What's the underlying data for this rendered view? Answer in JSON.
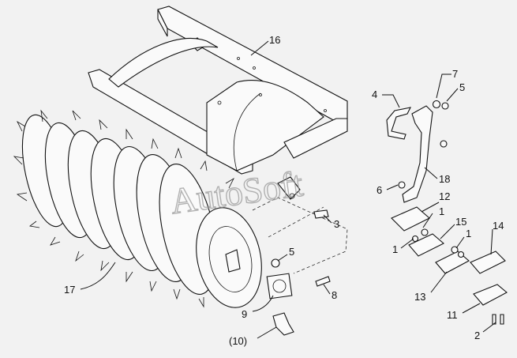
{
  "watermark": "AutoSoft",
  "callouts": {
    "c16": "16",
    "c7": "7",
    "c5a": "5",
    "c4": "4",
    "c18": "18",
    "c6": "6",
    "c12": "12",
    "c1a": "1",
    "c15": "15",
    "c1b": "1",
    "c1c": "1",
    "c14": "14",
    "c13": "13",
    "c11": "11",
    "c2": "2",
    "c3": "3",
    "c5b": "5",
    "c17": "17",
    "c8": "8",
    "c9": "9",
    "c10": "(10)"
  }
}
